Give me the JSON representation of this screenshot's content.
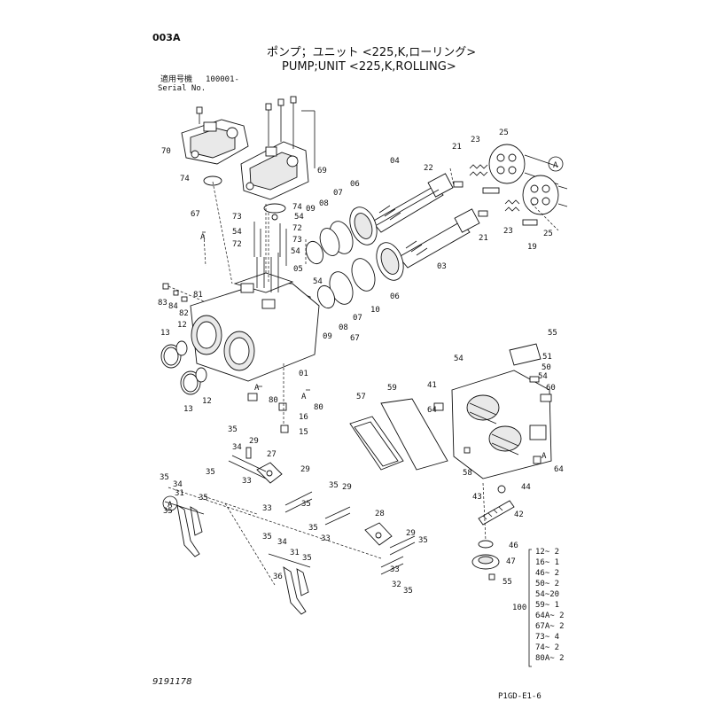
{
  "header": {
    "code": "003A",
    "title_jp": "ポンプ；ユニット <225,K,ローリング>",
    "title_en": "PUMP;UNIT <225,K,ROLLING>",
    "serial_label_jp": "適用号機",
    "serial_label_en": "Serial No.",
    "serial_value": "100001-"
  },
  "footer": {
    "drawing_no": "9191178",
    "page_ref": "P1GD-E1-6"
  },
  "quantity_table": {
    "group": "100",
    "rows": [
      "12~ 2",
      "16~ 1",
      "46~ 2",
      "50~ 2",
      "54~20",
      "59~ 1",
      "64A~ 2",
      "67A~ 2",
      "73~ 4",
      "74~ 2",
      "80A~ 2"
    ]
  },
  "callouts": [
    "70",
    "69",
    "74",
    "67",
    "73",
    "54",
    "72",
    "04",
    "22",
    "21",
    "23",
    "25",
    "A",
    "09",
    "07",
    "08",
    "06",
    "19",
    "03",
    "83",
    "84",
    "82",
    "81",
    "13",
    "12",
    "01",
    "10",
    "05",
    "16",
    "15",
    "80",
    "57",
    "59",
    "41",
    "55",
    "51",
    "50",
    "60",
    "64",
    "58",
    "44",
    "43",
    "42",
    "46",
    "47",
    "35",
    "29",
    "27",
    "34",
    "31",
    "33",
    "28",
    "36",
    "32"
  ]
}
